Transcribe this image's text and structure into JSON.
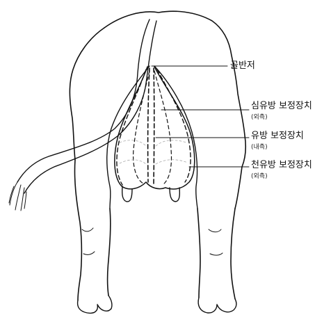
{
  "labels": [
    {
      "id": "pelvis",
      "text": "골반저",
      "sub": ""
    },
    {
      "id": "deep",
      "text": "심유방 보정장치",
      "sub": "(외측)"
    },
    {
      "id": "udder",
      "text": "유방 보정장치",
      "sub": "(내측)"
    },
    {
      "id": "shallow",
      "text": "천유방 보정장치",
      "sub": "(외측)"
    }
  ],
  "colors": {
    "ink": "#111111",
    "background": "#ffffff"
  }
}
